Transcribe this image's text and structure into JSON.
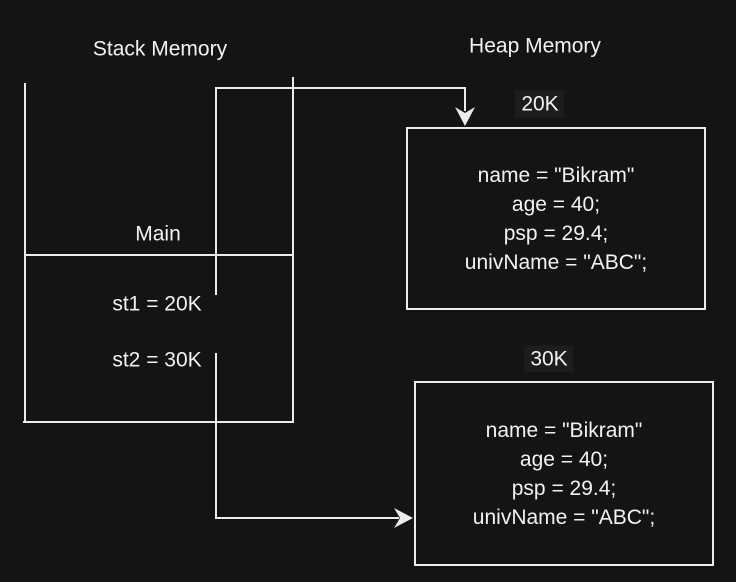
{
  "titles": {
    "stack": "Stack Memory",
    "heap": "Heap Memory"
  },
  "stack": {
    "frame_name": "Main",
    "entries": [
      {
        "label": "st1 = 20K"
      },
      {
        "label": "st2 = 30K"
      }
    ]
  },
  "heap": {
    "blocks": [
      {
        "address": "20K",
        "fields": [
          "name = \"Bikram\"",
          "age = 40;",
          "psp = 29.4;",
          "univName = \"ABC\";"
        ]
      },
      {
        "address": "30K",
        "fields": [
          "name = \"Bikram\"",
          "age = 40;",
          "psp = 29.4;",
          "univName = \"ABC\";"
        ]
      }
    ]
  },
  "colors": {
    "background": "#141414",
    "line": "#ececec",
    "text": "#f2f2f2",
    "label_bg": "#1d1d1d"
  }
}
